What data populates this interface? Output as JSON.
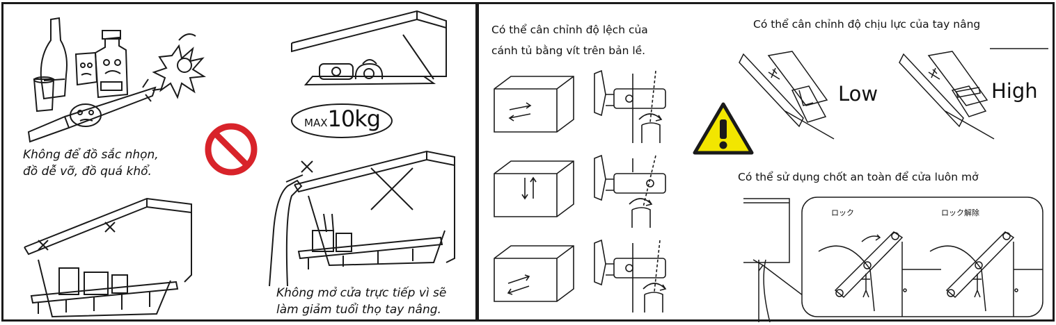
{
  "left_panel": {
    "caption_top": [
      "Không để đồ sắc nhọn,",
      "đồ dễ vỡ, đồ quá khổ."
    ],
    "caption_bottom": [
      "Không mở cửa trực tiếp vì sẽ",
      "làm giảm tuổi thọ tay nâng."
    ],
    "max_weight": {
      "prefix": "MAX",
      "value": "10kg"
    }
  },
  "right_panel": {
    "hinge_caption": [
      "Có thể cân chỉnh độ lệch của",
      "cánh tủ bằng vít trên bản lề."
    ],
    "force_heading": "Có thể cân chỉnh độ chịu lực của tay nâng",
    "force_low": "Low",
    "force_high": "High",
    "lock_heading": "Có thể sử dụng chốt an toàn để cửa luôn mở",
    "lock_label": "ロック",
    "unlock_label": "ロック解除"
  },
  "colors": {
    "prohibit_red": "#d8232a",
    "warning_yellow": "#f2e600",
    "line": "#1a1a1a"
  },
  "icons": [
    "prohibition-sign-icon",
    "warning-triangle-icon",
    "adjust-arrows-icon",
    "rotate-screw-icon"
  ]
}
